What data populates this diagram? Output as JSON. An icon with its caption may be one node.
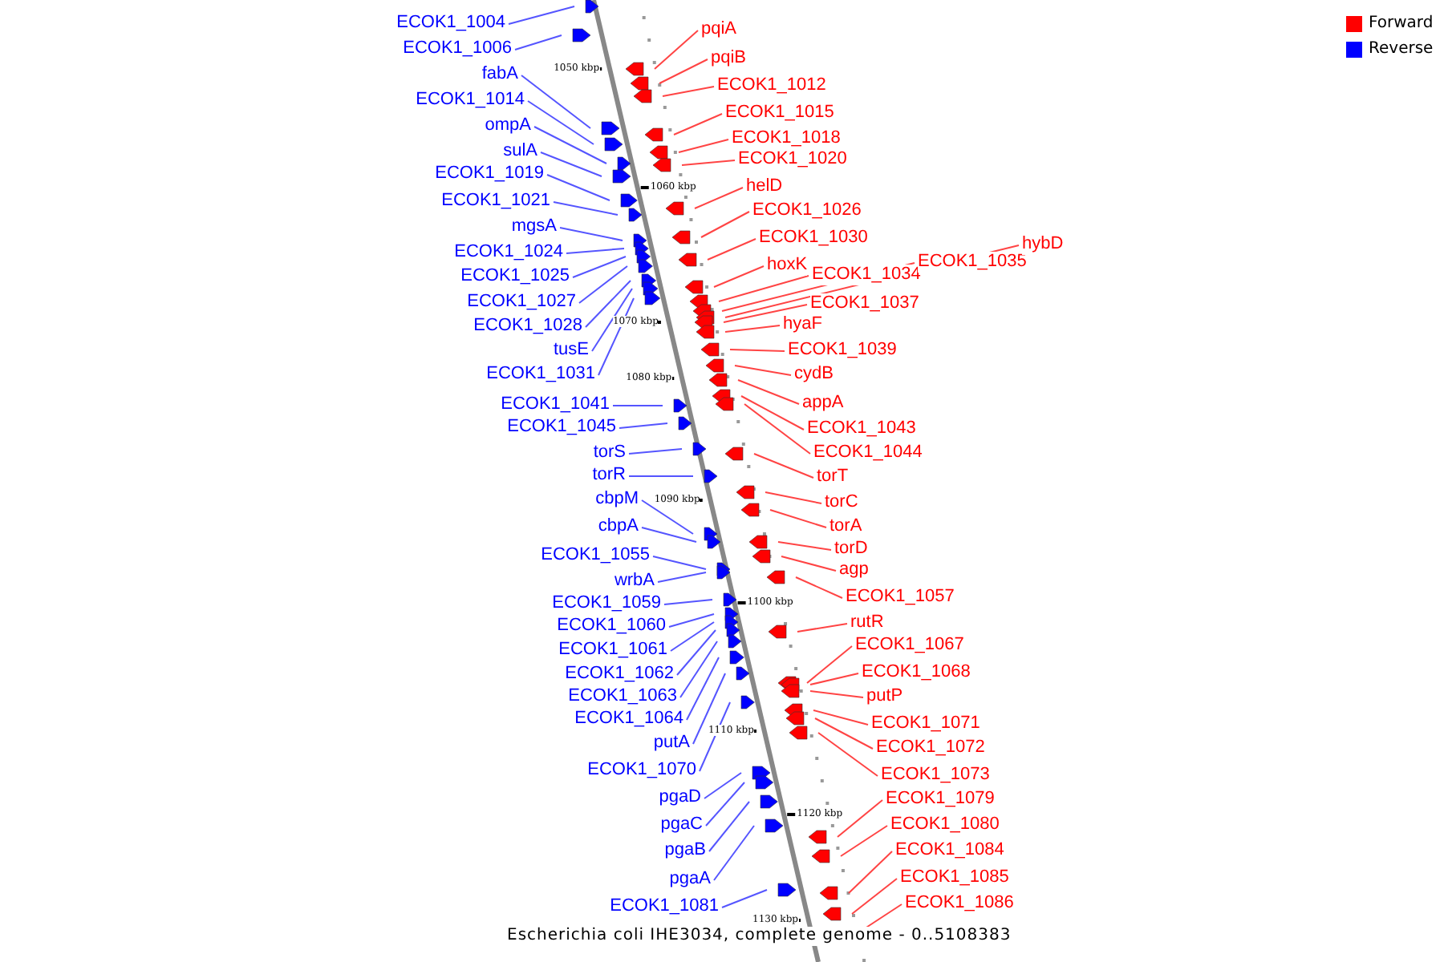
{
  "diagram": {
    "caption": "Escherichia coli IHE3034, complete genome - 0..5108383",
    "nodes": [
      {
        "text": [
          "ECOK1_1004"
        ]
      },
      {
        "text": [
          "ECOK1_1006"
        ]
      },
      {
        "text": [
          "fabA"
        ]
      },
      {
        "text": [
          "ECOK1_1014"
        ]
      },
      {
        "text": [
          "ompA"
        ]
      },
      {
        "text": [
          "sulA"
        ]
      },
      {
        "text": [
          "ECOK1_1019"
        ]
      },
      {
        "text": [
          "ECOK1_1021"
        ]
      },
      {
        "text": [
          "mgsA"
        ]
      },
      {
        "text": [
          "ECOK1_1024"
        ]
      },
      {
        "text": [
          "ECOK1_1025"
        ]
      },
      {
        "text": [
          "ECOK1_1027"
        ]
      },
      {
        "text": [
          "ECOK1_1028"
        ]
      },
      {
        "text": [
          "tusE"
        ]
      },
      {
        "text": [
          "ECOK1_1031"
        ]
      },
      {
        "text": [
          "ECOK1_1041"
        ]
      },
      {
        "text": [
          "ECOK1_1045"
        ]
      },
      {
        "text": [
          "torS"
        ]
      },
      {
        "text": [
          "torR"
        ]
      },
      {
        "text": [
          "cbpM"
        ]
      },
      {
        "text": [
          "cbpA"
        ]
      },
      {
        "text": [
          "ECOK1_1055"
        ]
      },
      {
        "text": [
          "wrbA"
        ]
      },
      {
        "text": [
          "ECOK1_1059"
        ]
      },
      {
        "text": [
          "ECOK1_1060"
        ]
      },
      {
        "text": [
          "ECOK1_1061"
        ]
      },
      {
        "text": [
          "ECOK1_1062"
        ]
      },
      {
        "text": [
          "ECOK1_1063"
        ]
      },
      {
        "text": [
          "ECOK1_1064"
        ]
      },
      {
        "text": [
          "putA"
        ]
      },
      {
        "text": [
          "ECOK1_1070"
        ]
      },
      {
        "text": [
          "pgaD"
        ]
      },
      {
        "text": [
          "pgaC"
        ]
      },
      {
        "text": [
          "pgaB"
        ]
      },
      {
        "text": [
          "pgaA"
        ]
      },
      {
        "text": [
          "ECOK1_1081"
        ]
      },
      {
        "text": [
          "pqiA"
        ]
      },
      {
        "text": [
          "pqiB"
        ]
      },
      {
        "text": [
          "ECOK1_1012"
        ]
      },
      {
        "text": [
          "ECOK1_1015"
        ]
      },
      {
        "text": [
          "ECOK1_1018"
        ]
      },
      {
        "text": [
          "ECOK1_1020"
        ]
      },
      {
        "text": [
          "helD"
        ]
      },
      {
        "text": [
          "ECOK1_1026"
        ]
      },
      {
        "text": [
          "ECOK1_1030"
        ]
      },
      {
        "text": [
          "hoxK"
        ]
      },
      {
        "text": [
          "ECOK1_1034"
        ]
      },
      {
        "text": [
          "ECOK1_1035"
        ]
      },
      {
        "text": [
          "hybD"
        ]
      },
      {
        "text": [
          "ECOK1_1037"
        ]
      },
      {
        "text": [
          "hyaF"
        ]
      },
      {
        "text": [
          "ECOK1_1039"
        ]
      },
      {
        "text": [
          "cydB"
        ]
      },
      {
        "text": [
          "appA"
        ]
      },
      {
        "text": [
          "ECOK1_1043"
        ]
      },
      {
        "text": [
          "ECOK1_1044"
        ]
      },
      {
        "text": [
          "torT"
        ]
      },
      {
        "text": [
          "torC"
        ]
      },
      {
        "text": [
          "torA"
        ]
      },
      {
        "text": [
          "torD"
        ]
      },
      {
        "text": [
          "agp"
        ]
      },
      {
        "text": [
          "ECOK1_1057"
        ]
      },
      {
        "text": [
          "rutR"
        ]
      },
      {
        "text": [
          "ECOK1_1067"
        ]
      },
      {
        "text": [
          "ECOK1_1068"
        ]
      },
      {
        "text": [
          "putP"
        ]
      },
      {
        "text": [
          "ECOK1_1071"
        ]
      },
      {
        "text": [
          "ECOK1_1072"
        ]
      },
      {
        "text": [
          "ECOK1_1073"
        ]
      },
      {
        "text": [
          "ECOK1_1079"
        ]
      },
      {
        "text": [
          "ECOK1_1080"
        ]
      },
      {
        "text": [
          "ECOK1_1084"
        ]
      },
      {
        "text": [
          "ECOK1_1085"
        ]
      },
      {
        "text": [
          "ECOK1_1086"
        ]
      }
    ],
    "edges": [
      {
        "from": 0,
        "to": null,
        "arrow": "none",
        "color": "#5555ff"
      },
      {
        "from": 1,
        "to": null,
        "arrow": "none",
        "color": "#5555ff"
      },
      {
        "from": 2,
        "to": null,
        "arrow": "none",
        "color": "#5555ff"
      },
      {
        "from": 3,
        "to": null,
        "arrow": "none",
        "color": "#5555ff"
      },
      {
        "from": 4,
        "to": null,
        "arrow": "none",
        "color": "#5555ff"
      },
      {
        "from": 5,
        "to": null,
        "arrow": "none",
        "color": "#5555ff"
      },
      {
        "from": 6,
        "to": null,
        "arrow": "none",
        "color": "#5555ff"
      },
      {
        "from": 7,
        "to": null,
        "arrow": "none",
        "color": "#5555ff"
      },
      {
        "from": 8,
        "to": null,
        "arrow": "none",
        "color": "#5555ff"
      },
      {
        "from": 9,
        "to": null,
        "arrow": "none",
        "color": "#5555ff"
      },
      {
        "from": 10,
        "to": null,
        "arrow": "none",
        "color": "#5555ff"
      },
      {
        "from": 11,
        "to": null,
        "arrow": "none",
        "color": "#5555ff"
      },
      {
        "from": 12,
        "to": null,
        "arrow": "none",
        "color": "#5555ff"
      },
      {
        "from": 13,
        "to": null,
        "arrow": "none",
        "color": "#5555ff"
      },
      {
        "from": 14,
        "to": null,
        "arrow": "none",
        "color": "#5555ff"
      },
      {
        "from": 15,
        "to": null,
        "arrow": "none",
        "color": "#5555ff"
      },
      {
        "from": 16,
        "to": null,
        "arrow": "none",
        "color": "#5555ff"
      },
      {
        "from": 17,
        "to": null,
        "arrow": "none",
        "color": "#5555ff"
      },
      {
        "from": 18,
        "to": null,
        "arrow": "none",
        "color": "#5555ff"
      },
      {
        "from": 19,
        "to": null,
        "arrow": "none",
        "color": "#5555ff"
      },
      {
        "from": 20,
        "to": null,
        "arrow": "none",
        "color": "#5555ff"
      },
      {
        "from": 21,
        "to": null,
        "arrow": "none",
        "color": "#5555ff"
      },
      {
        "from": 22,
        "to": null,
        "arrow": "none",
        "color": "#5555ff"
      },
      {
        "from": 23,
        "to": null,
        "arrow": "none",
        "color": "#5555ff"
      },
      {
        "from": 24,
        "to": null,
        "arrow": "none",
        "color": "#5555ff"
      },
      {
        "from": 25,
        "to": null,
        "arrow": "none",
        "color": "#5555ff"
      },
      {
        "from": 26,
        "to": null,
        "arrow": "none",
        "color": "#5555ff"
      },
      {
        "from": 27,
        "to": null,
        "arrow": "none",
        "color": "#5555ff"
      },
      {
        "from": 28,
        "to": null,
        "arrow": "none",
        "color": "#5555ff"
      },
      {
        "from": 29,
        "to": null,
        "arrow": "none",
        "color": "#5555ff"
      },
      {
        "from": 30,
        "to": null,
        "arrow": "none",
        "color": "#5555ff"
      },
      {
        "from": 31,
        "to": null,
        "arrow": "none",
        "color": "#5555ff"
      },
      {
        "from": 32,
        "to": null,
        "arrow": "none",
        "color": "#5555ff"
      },
      {
        "from": 33,
        "to": null,
        "arrow": "none",
        "color": "#5555ff"
      },
      {
        "from": 34,
        "to": null,
        "arrow": "none",
        "color": "#5555ff"
      },
      {
        "from": 35,
        "to": null,
        "arrow": "none",
        "color": "#5555ff"
      },
      {
        "from": 36,
        "to": null,
        "arrow": "none"
      },
      {
        "from": 37,
        "to": null,
        "arrow": "none"
      },
      {
        "from": 38,
        "to": null,
        "arrow": "none"
      },
      {
        "from": 39,
        "to": null,
        "arrow": "none"
      },
      {
        "from": 40,
        "to": null,
        "arrow": "none"
      },
      {
        "from": 41,
        "to": null,
        "arrow": "none"
      },
      {
        "from": 42,
        "to": null,
        "arrow": "none"
      },
      {
        "from": 43,
        "to": null,
        "arrow": "none"
      },
      {
        "from": 44,
        "to": null,
        "arrow": "none"
      },
      {
        "from": 45,
        "to": null,
        "arrow": "none"
      },
      {
        "from": 46,
        "to": null,
        "arrow": "none"
      },
      {
        "from": 47,
        "to": null,
        "arrow": "none"
      },
      {
        "from": 48,
        "to": null,
        "arrow": "none"
      },
      {
        "from": 49,
        "to": null,
        "arrow": "none"
      },
      {
        "from": 50,
        "to": null,
        "arrow": "none"
      },
      {
        "from": 51,
        "to": null,
        "arrow": "none"
      },
      {
        "from": 52,
        "to": null,
        "arrow": "none"
      },
      {
        "from": 53,
        "to": null,
        "arrow": "none"
      },
      {
        "from": 54,
        "to": null,
        "arrow": "none"
      },
      {
        "from": 55,
        "to": null,
        "arrow": "none"
      },
      {
        "from": 56,
        "to": null,
        "arrow": "none"
      },
      {
        "from": 57,
        "to": null,
        "arrow": "none"
      },
      {
        "from": 58,
        "to": null,
        "arrow": "none"
      },
      {
        "from": 59,
        "to": null,
        "arrow": "none"
      },
      {
        "from": 60,
        "to": null,
        "arrow": "none"
      },
      {
        "from": 61,
        "to": null,
        "arrow": "none"
      },
      {
        "from": 62,
        "to": null,
        "arrow": "none"
      },
      {
        "from": 63,
        "to": null,
        "arrow": "none"
      },
      {
        "from": 64,
        "to": null,
        "arrow": "none"
      },
      {
        "from": 65,
        "to": null,
        "arrow": "none"
      },
      {
        "from": 66,
        "to": null,
        "arrow": "none"
      },
      {
        "from": 67,
        "to": null,
        "arrow": "none"
      },
      {
        "from": 68,
        "to": null,
        "arrow": "none"
      },
      {
        "from": 69,
        "to": null,
        "arrow": "none"
      },
      {
        "from": 70,
        "to": null,
        "arrow": "none"
      },
      {
        "from": 71,
        "to": null,
        "arrow": "none"
      },
      {
        "from": 72,
        "to": null,
        "arrow": "none"
      },
      {
        "from": 73,
        "to": null,
        "arrow": "none"
      }
    ],
    "labels": [
      "1050 kbp",
      "1060 kbp",
      "1070 kbp",
      "1080 kbp",
      "1090 kbp",
      "1100 kbp",
      "1110 kbp",
      "1120 kbp",
      "1130 kbp"
    ],
    "legend": [
      {
        "text": "Forward",
        "color": "#ff0000"
      },
      {
        "text": "Reverse",
        "color": "#0000ff"
      }
    ]
  }
}
